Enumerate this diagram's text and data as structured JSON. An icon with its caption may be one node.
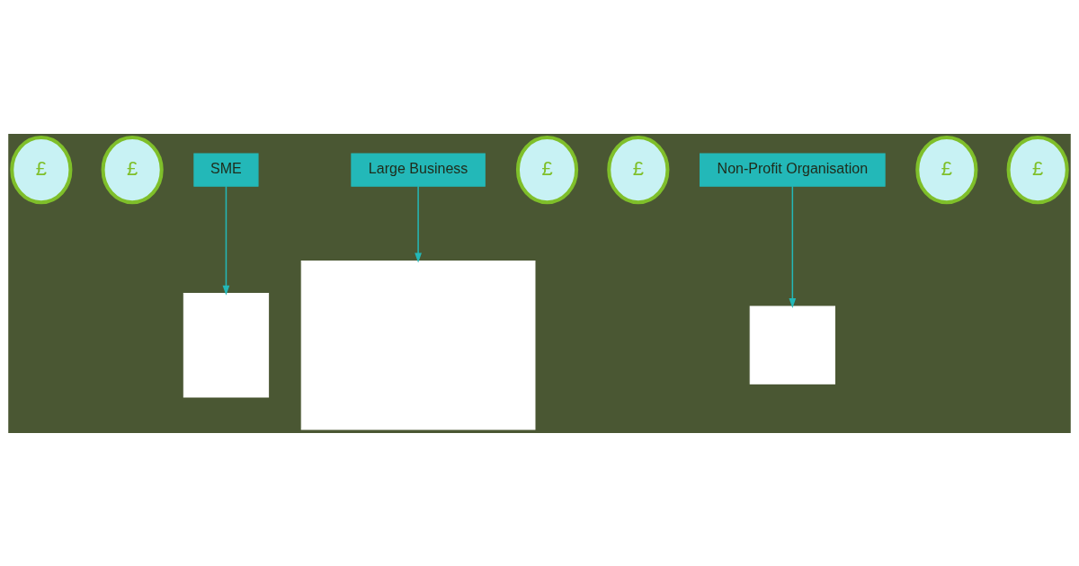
{
  "diagram": {
    "nodes": [
      {
        "text": [
          "£"
        ]
      },
      {
        "text": [
          "£"
        ]
      },
      {
        "text": [
          "SME"
        ]
      },
      {
        "text": [
          "Large Business"
        ]
      },
      {
        "text": [
          "£"
        ]
      },
      {
        "text": [
          "£"
        ]
      },
      {
        "text": [
          "Non-Profit Organisation"
        ]
      },
      {
        "text": [
          "£"
        ]
      },
      {
        "text": [
          "£"
        ]
      },
      {
        "text": [],
        "shape": "box"
      },
      {
        "text": [],
        "shape": "box"
      },
      {
        "text": [],
        "shape": "box"
      }
    ],
    "edges": [
      {
        "from": 2,
        "to": 9,
        "arrow": "to"
      },
      {
        "from": 3,
        "to": 10,
        "arrow": "to"
      },
      {
        "from": 6,
        "to": 11,
        "arrow": "to"
      }
    ]
  }
}
